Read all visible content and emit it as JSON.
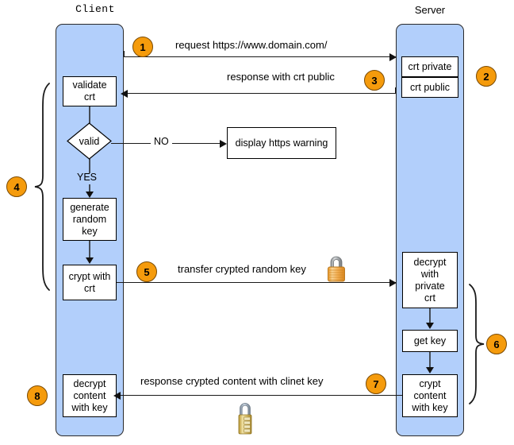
{
  "diagram": {
    "title": "HTTPS handshake sequence diagram",
    "colors": {
      "lifeline_fill": "#b2cffb",
      "lifeline_stroke": "#2a2a2a",
      "badge_fill": "#f59b0c",
      "badge_stroke": "#7a4a04",
      "box_fill": "#ffffff",
      "box_stroke": "#000000",
      "line": "#1a1a1a",
      "connector": "#444c57",
      "background": "#ffffff"
    }
  },
  "actors": [
    {
      "id": "client",
      "label": "Client"
    },
    {
      "id": "server",
      "label": "Server"
    }
  ],
  "client_steps": [
    {
      "id": "validate-crt",
      "label": "validate\ncrt"
    },
    {
      "id": "valid-decision",
      "label": "valid"
    },
    {
      "id": "generate-random-key",
      "label": "generate\nrandom\nkey"
    },
    {
      "id": "crypt-with-crt",
      "label": "crypt with\ncrt"
    },
    {
      "id": "decrypt-content-with-key",
      "label": "decrypt\ncontent\nwith key"
    }
  ],
  "server_steps": [
    {
      "id": "crt-private",
      "label": "crt private"
    },
    {
      "id": "crt-public",
      "label": "crt public"
    },
    {
      "id": "decrypt-with-private-crt",
      "label": "decrypt\nwith\nprivate\ncrt"
    },
    {
      "id": "get-key",
      "label": "get key"
    },
    {
      "id": "crypt-content-with-key",
      "label": "crypt\ncontent\nwith key"
    }
  ],
  "external_steps": [
    {
      "id": "display-https-warning",
      "label": "display https warning"
    }
  ],
  "branch_labels": {
    "no": "NO",
    "yes": "YES"
  },
  "messages": [
    {
      "id": "msg-request",
      "step": "1",
      "label": "request https://www.domain.com/",
      "direction": "client-to-server"
    },
    {
      "id": "msg-response-crt",
      "step": "3",
      "label": "response with crt public",
      "direction": "server-to-client"
    },
    {
      "id": "msg-transfer-key",
      "step": "5",
      "label": "transfer crypted random key",
      "direction": "client-to-server"
    },
    {
      "id": "msg-response-content",
      "step": "7",
      "label": "response crypted content with clinet key",
      "direction": "server-to-client"
    }
  ],
  "badges": [
    {
      "id": "badge-1",
      "number": "1"
    },
    {
      "id": "badge-2",
      "number": "2"
    },
    {
      "id": "badge-3",
      "number": "3"
    },
    {
      "id": "badge-4",
      "number": "4"
    },
    {
      "id": "badge-5",
      "number": "5"
    },
    {
      "id": "badge-6",
      "number": "6"
    },
    {
      "id": "badge-7",
      "number": "7"
    },
    {
      "id": "badge-8",
      "number": "8"
    }
  ],
  "icons": [
    {
      "id": "padlock-transfer",
      "name": "padlock-icon",
      "style": "closed-gold-padlock"
    },
    {
      "id": "padlock-content",
      "name": "padlock-combination-icon",
      "style": "brass-combination-padlock"
    }
  ]
}
